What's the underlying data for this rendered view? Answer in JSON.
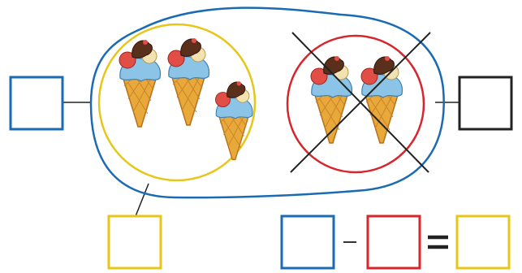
{
  "colors": {
    "blue": "#1a6bb3",
    "yellow": "#e6c619",
    "red": "#d6262e",
    "black": "#222222",
    "cone": "#e9a83a",
    "cone_dark": "#b86f18",
    "cream_blue": "#8cc4e8",
    "chocolate": "#5a2f1c",
    "scoop_red": "#e04e46",
    "scoop_vanilla": "#f2e2b0"
  },
  "groups": {
    "whole": {
      "border_color": "blue",
      "count_box_color": "blue"
    },
    "kept": {
      "border_color": "yellow",
      "count_box_color": "yellow",
      "items": 3
    },
    "removed": {
      "border_color": "red",
      "count_box_color": "black",
      "items": 2,
      "crossed_out": true
    }
  },
  "equation": {
    "boxes": [
      "blue",
      "red",
      "yellow"
    ],
    "operators": [
      "minus",
      "equals"
    ]
  },
  "icons": [
    "ice-cream-icon",
    "cross-out-mark"
  ]
}
